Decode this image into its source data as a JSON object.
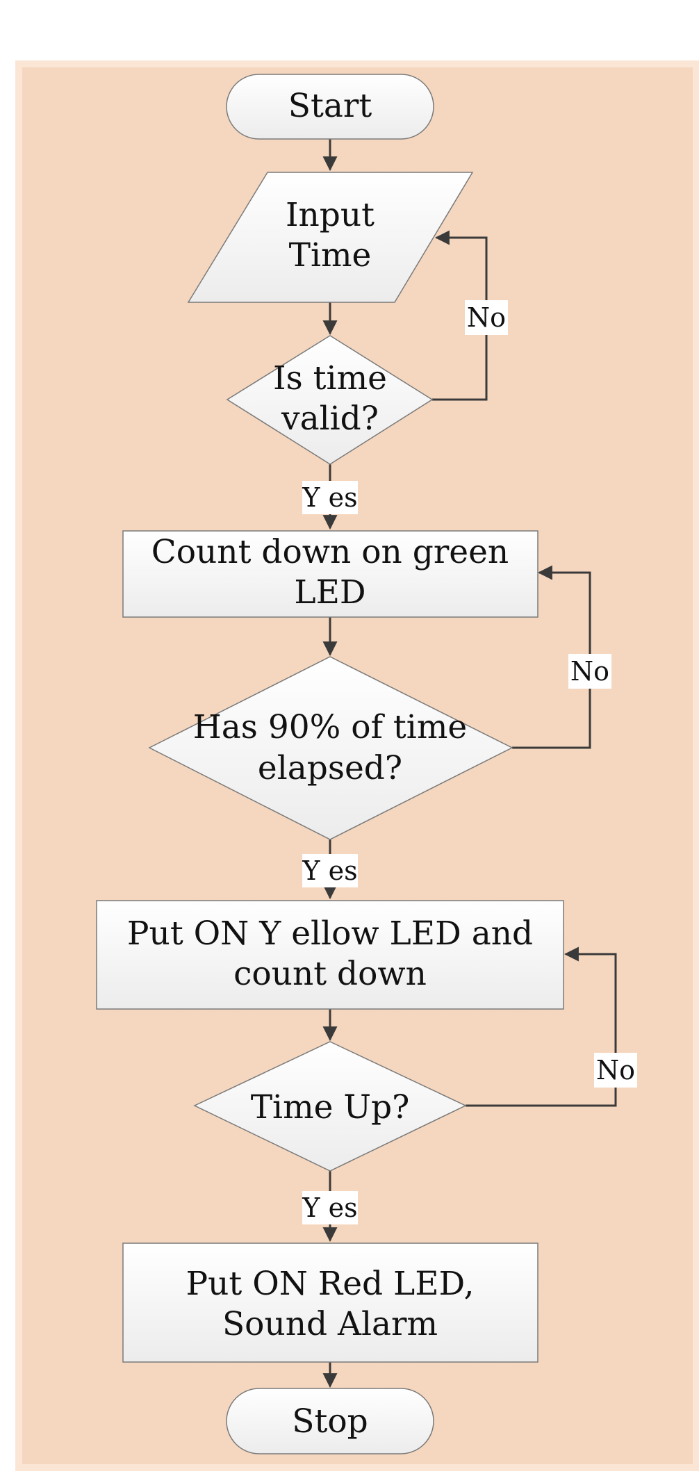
{
  "colors": {
    "background_panel": "#f5d7bf",
    "panel_border": "#fbe6d6",
    "node_fill_top": "#ffffff",
    "node_fill_bottom": "#ececec",
    "node_stroke": "#7a7a7a",
    "connector": "#3a3a3a",
    "label_bg": "#ffffff"
  },
  "nodes": {
    "start": {
      "shape": "terminator",
      "lines": [
        "Start"
      ]
    },
    "input_time": {
      "shape": "parallelogram",
      "lines": [
        "Input",
        "Time"
      ]
    },
    "is_time_valid": {
      "shape": "decision",
      "lines": [
        "Is time",
        "valid?"
      ]
    },
    "count_green": {
      "shape": "process",
      "lines": [
        "Count down on green",
        "LED"
      ]
    },
    "has_90_elapsed": {
      "shape": "decision",
      "lines": [
        "Has 90% of time",
        "elapsed?"
      ]
    },
    "yellow_led": {
      "shape": "process",
      "lines": [
        "Put ON Y ellow LED and",
        "count down"
      ]
    },
    "time_up": {
      "shape": "decision",
      "lines": [
        "Time Up?"
      ]
    },
    "red_led": {
      "shape": "process",
      "lines": [
        "Put ON Red LED,",
        "Sound Alarm"
      ]
    },
    "stop": {
      "shape": "terminator",
      "lines": [
        "Stop"
      ]
    }
  },
  "edge_labels": {
    "valid_no": "No",
    "valid_yes": "Y es",
    "elapsed_no": "No",
    "elapsed_yes": "Y es",
    "timeup_no": "No",
    "timeup_yes": "Y es"
  }
}
